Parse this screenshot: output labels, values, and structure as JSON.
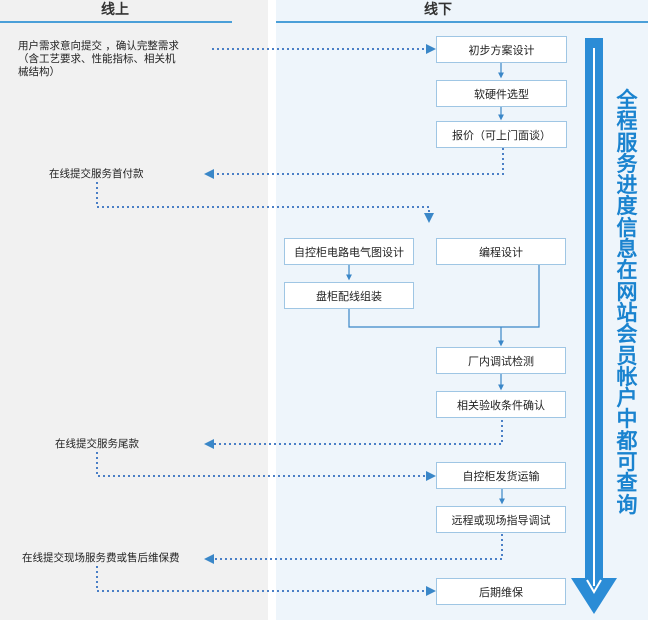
{
  "headers": {
    "online": "线上",
    "offline": "线下"
  },
  "online_texts": {
    "requirement_line1": "用户需求意向提交 ，确认完整需求",
    "requirement_line2": "（含工艺要求、性能指标、相关机",
    "requirement_line3": "械结构）",
    "first_payment": "在线提交服务首付款",
    "final_payment": "在线提交服务尾款",
    "onsite_fee": "在线提交现场服务费或售后维保费"
  },
  "steps": {
    "preliminary_design": "初步方案设计",
    "hardware_selection": "软硬件选型",
    "quotation": "报价（可上门面谈）",
    "circuit_design": "自控柜电路电气图设计",
    "programming": "编程设计",
    "cabinet_assembly": "盘柜配线组装",
    "factory_testing": "厂内调试检测",
    "acceptance_confirm": "相关验收条件确认",
    "shipping": "自控柜发货运输",
    "remote_onsite": "远程或现场指导调试",
    "maintenance": "后期维保"
  },
  "side_note": "全程服务进度信息在网站会员帐户中都可查询",
  "colors": {
    "accent": "#4a9fd8",
    "dots": "#4a7fc6",
    "big_arrow": "#2b8cd6",
    "border": "#9fc6e4"
  }
}
